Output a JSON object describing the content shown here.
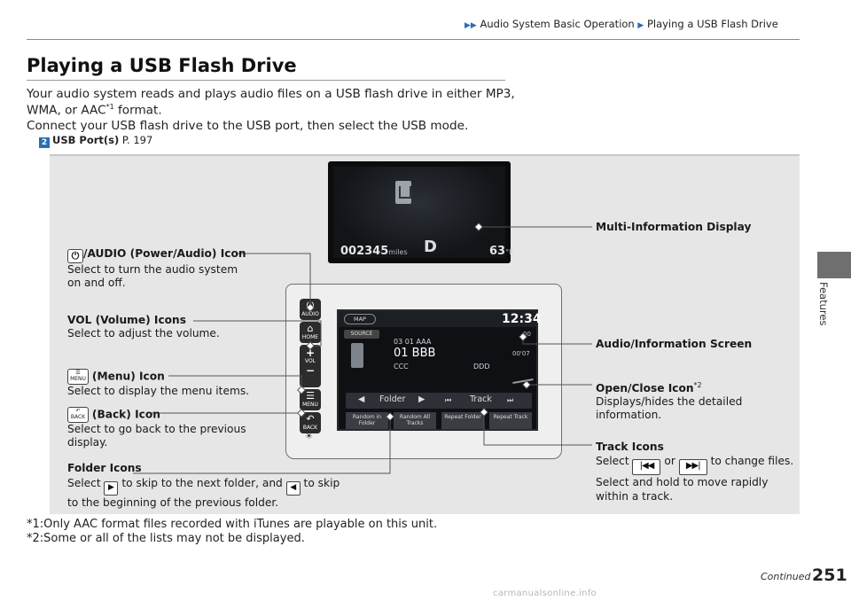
{
  "header": {
    "breadcrumb_1": "Audio System Basic Operation",
    "breadcrumb_2": "Playing a USB Flash Drive",
    "side_tab": "Features"
  },
  "title": "Playing a USB Flash Drive",
  "intro": {
    "line1": "Your audio system reads and plays audio files on a USB flash drive in either MP3,",
    "line2_a": "WMA, or AAC",
    "line2_sup": "*1",
    "line2_b": " format.",
    "line3": "Connect your USB flash drive to the USB port, then select the USB mode.",
    "ref_label": "USB Port(s)",
    "ref_page": "P. 197"
  },
  "mid_display": {
    "odometer": "002345",
    "odometer_unit": "miles",
    "gear": "D",
    "temp": "63",
    "temp_unit": "°F"
  },
  "audio_buttons": {
    "power_label": "AUDIO",
    "home_label": "HOME",
    "vol_label": "VOL",
    "menu_label": "MENU",
    "back_label": "BACK"
  },
  "audio_screen": {
    "map_button": "MAP",
    "clock": "12:34",
    "source_button": "SOURCE",
    "volume": "00",
    "folder_line": "03 01 AAA",
    "track_title": "01 BBB",
    "elapsed": "00'07",
    "artist": "CCC",
    "album": "DDD",
    "folder_label": "Folder",
    "track_label": "Track",
    "options": [
      "Random in Folder",
      "Random All Tracks",
      "Repeat Folder",
      "Repeat Track"
    ]
  },
  "callouts": {
    "power": {
      "title": "/AUDIO (Power/Audio) Icon",
      "desc1": "Select to turn the audio system",
      "desc2": "on and off."
    },
    "volume": {
      "title": "VOL (Volume) Icons",
      "desc1": "Select to adjust the volume."
    },
    "menu": {
      "title": "(Menu) Icon",
      "desc1": "Select to display the menu items."
    },
    "back": {
      "title": "(Back) Icon",
      "desc1": "Select to go back to the previous",
      "desc2": "display."
    },
    "folder": {
      "title": "Folder Icons",
      "desc1a": "Select",
      "desc1b": "to skip to the next folder, and",
      "desc1c": "to skip",
      "desc2": "to the beginning of the previous folder."
    },
    "mid": {
      "title": "Multi-Information Display"
    },
    "screen": {
      "title": "Audio/Information Screen"
    },
    "open_close": {
      "title": "Open/Close Icon",
      "sup": "*2",
      "desc1": "Displays/hides the detailed",
      "desc2": "information."
    },
    "track": {
      "title": "Track Icons",
      "desc1a": "Select",
      "desc1b": "or",
      "desc1c": "to change files.",
      "desc2": "Select and hold to move rapidly",
      "desc3": "within a track."
    }
  },
  "notes": {
    "note1": "*1:Only AAC format files recorded with iTunes are playable on this unit.",
    "note2": "*2:Some or all of the lists may not be displayed."
  },
  "footer": {
    "continued": "Continued",
    "page_number": "251",
    "watermark": "carmanualsonline.info"
  }
}
